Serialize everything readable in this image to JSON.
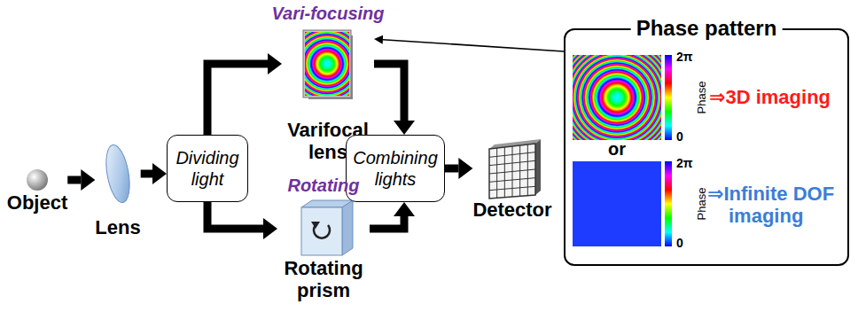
{
  "diagram": {
    "nodes": [
      {
        "text": [
          "Object"
        ]
      },
      {
        "text": [
          "Lens"
        ]
      },
      {
        "text": [
          "Dividing light"
        ]
      },
      {
        "text": [
          "Varifocal lens"
        ]
      },
      {
        "text": [
          "Rotating prism"
        ]
      },
      {
        "text": [
          "Combining lights"
        ]
      },
      {
        "text": [
          "Detector"
        ]
      },
      {
        "text": [
          "Phase pattern"
        ]
      }
    ],
    "edges": [
      {
        "from": 0,
        "to": 1,
        "arrow": "to"
      },
      {
        "from": 1,
        "to": 2,
        "arrow": "to"
      },
      {
        "from": 2,
        "to": 3,
        "arrow": "to"
      },
      {
        "from": 2,
        "to": 4,
        "arrow": "to"
      },
      {
        "from": 3,
        "to": 5,
        "arrow": "to"
      },
      {
        "from": 4,
        "to": 5,
        "arrow": "to"
      },
      {
        "from": 5,
        "to": 6,
        "arrow": "to"
      },
      {
        "from": 7,
        "to": 3,
        "arrow": "to"
      }
    ],
    "labels": [
      "Vari-focusing",
      "Rotating",
      "2π",
      "Phase",
      "0",
      "⇒3D imaging",
      "or",
      "2π",
      "Phase",
      "0",
      "⇒Infinite DOF imaging"
    ]
  }
}
